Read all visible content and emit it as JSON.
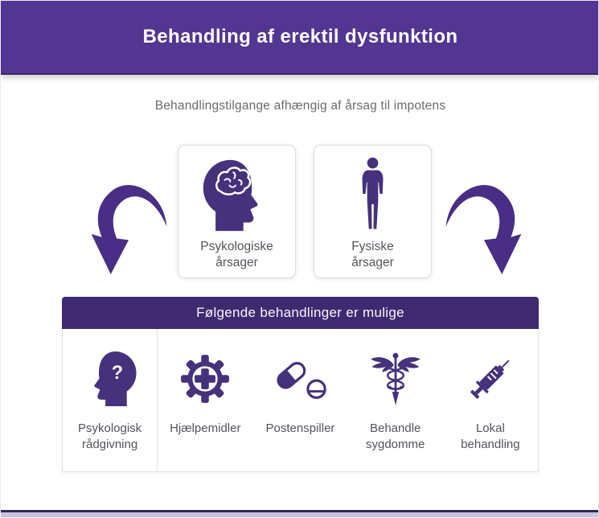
{
  "header": {
    "title": "Behandling af erektil dysfunktion"
  },
  "subtitle": "Behandlingstilgange afhængig af årsag til impotens",
  "causes": [
    {
      "label": "Psykologiske årsager",
      "icon": "head-brain-icon"
    },
    {
      "label": "Fysiske årsager",
      "icon": "man-silhouette-icon"
    }
  ],
  "banner": {
    "title": "Følgende behandlinger er mulige"
  },
  "treatments": [
    {
      "label": "Psykologisk rådgivning",
      "icon": "head-question-icon"
    },
    {
      "label": "Hjælpemidler",
      "icon": "gear-plus-icon"
    },
    {
      "label": "Postenspiller",
      "icon": "pills-icon"
    },
    {
      "label": "Behandle sygdomme",
      "icon": "caduceus-icon"
    },
    {
      "label": "Lokal behandling",
      "icon": "syringe-icon"
    }
  ],
  "decorations": {
    "left_arrow": "curved-arrow-down-left-icon",
    "right_arrow": "curved-arrow-down-right-icon"
  },
  "colors": {
    "header_purple": "#533592",
    "banner_purple": "#3f2a72",
    "icon_purple": "#46317c",
    "arrow_purple": "#4a2e86",
    "label_gray": "#55525c",
    "subtitle_gray": "#6b6b6b"
  }
}
